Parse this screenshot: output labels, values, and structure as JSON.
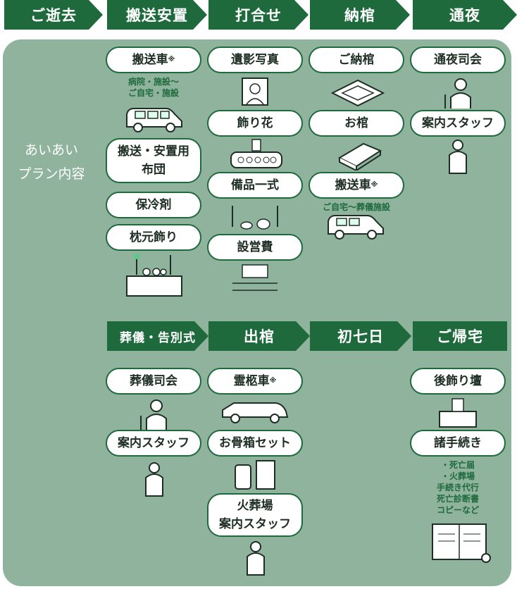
{
  "steps_top": [
    "ご逝去",
    "搬送安置",
    "打合せ",
    "納棺",
    "通夜"
  ],
  "steps_bottom": [
    "葬儀・告別式",
    "出棺",
    "初七日",
    "ご帰宅"
  ],
  "side_label": "あいあい\nプラン内容",
  "items": {
    "transport_car": "搬送車",
    "transport_note": "病院・施設〜\nご自宅・施設",
    "futon": "搬送・安置用\n布団",
    "cooling": "保冷剤",
    "pillow": "枕元飾り",
    "portrait": "遺影写真",
    "flowers": "飾り花",
    "supplies": "備品一式",
    "setup_fee": "設営費",
    "encoffin": "ご納棺",
    "coffin": "お棺",
    "transport_car2": "搬送車",
    "transport_note2": "ご自宅〜葬儀施設",
    "vigil_host": "通夜司会",
    "guide_staff": "案内スタッフ",
    "funeral_host": "葬儀司会",
    "guide_staff2": "案内スタッフ",
    "hearse": "霊柩車",
    "urn": "お骨箱セット",
    "crematory_staff": "火葬場\n案内スタッフ",
    "altar": "後飾り壇",
    "procedures": "諸手続き",
    "procedures_note": "・死亡届\n・火葬場\n手続き代行\n死亡診断書\nコピーなど"
  },
  "asterisk": "※",
  "colors": {
    "brand_green": "#1e6a3c",
    "panel_green": "#8fb39d"
  }
}
